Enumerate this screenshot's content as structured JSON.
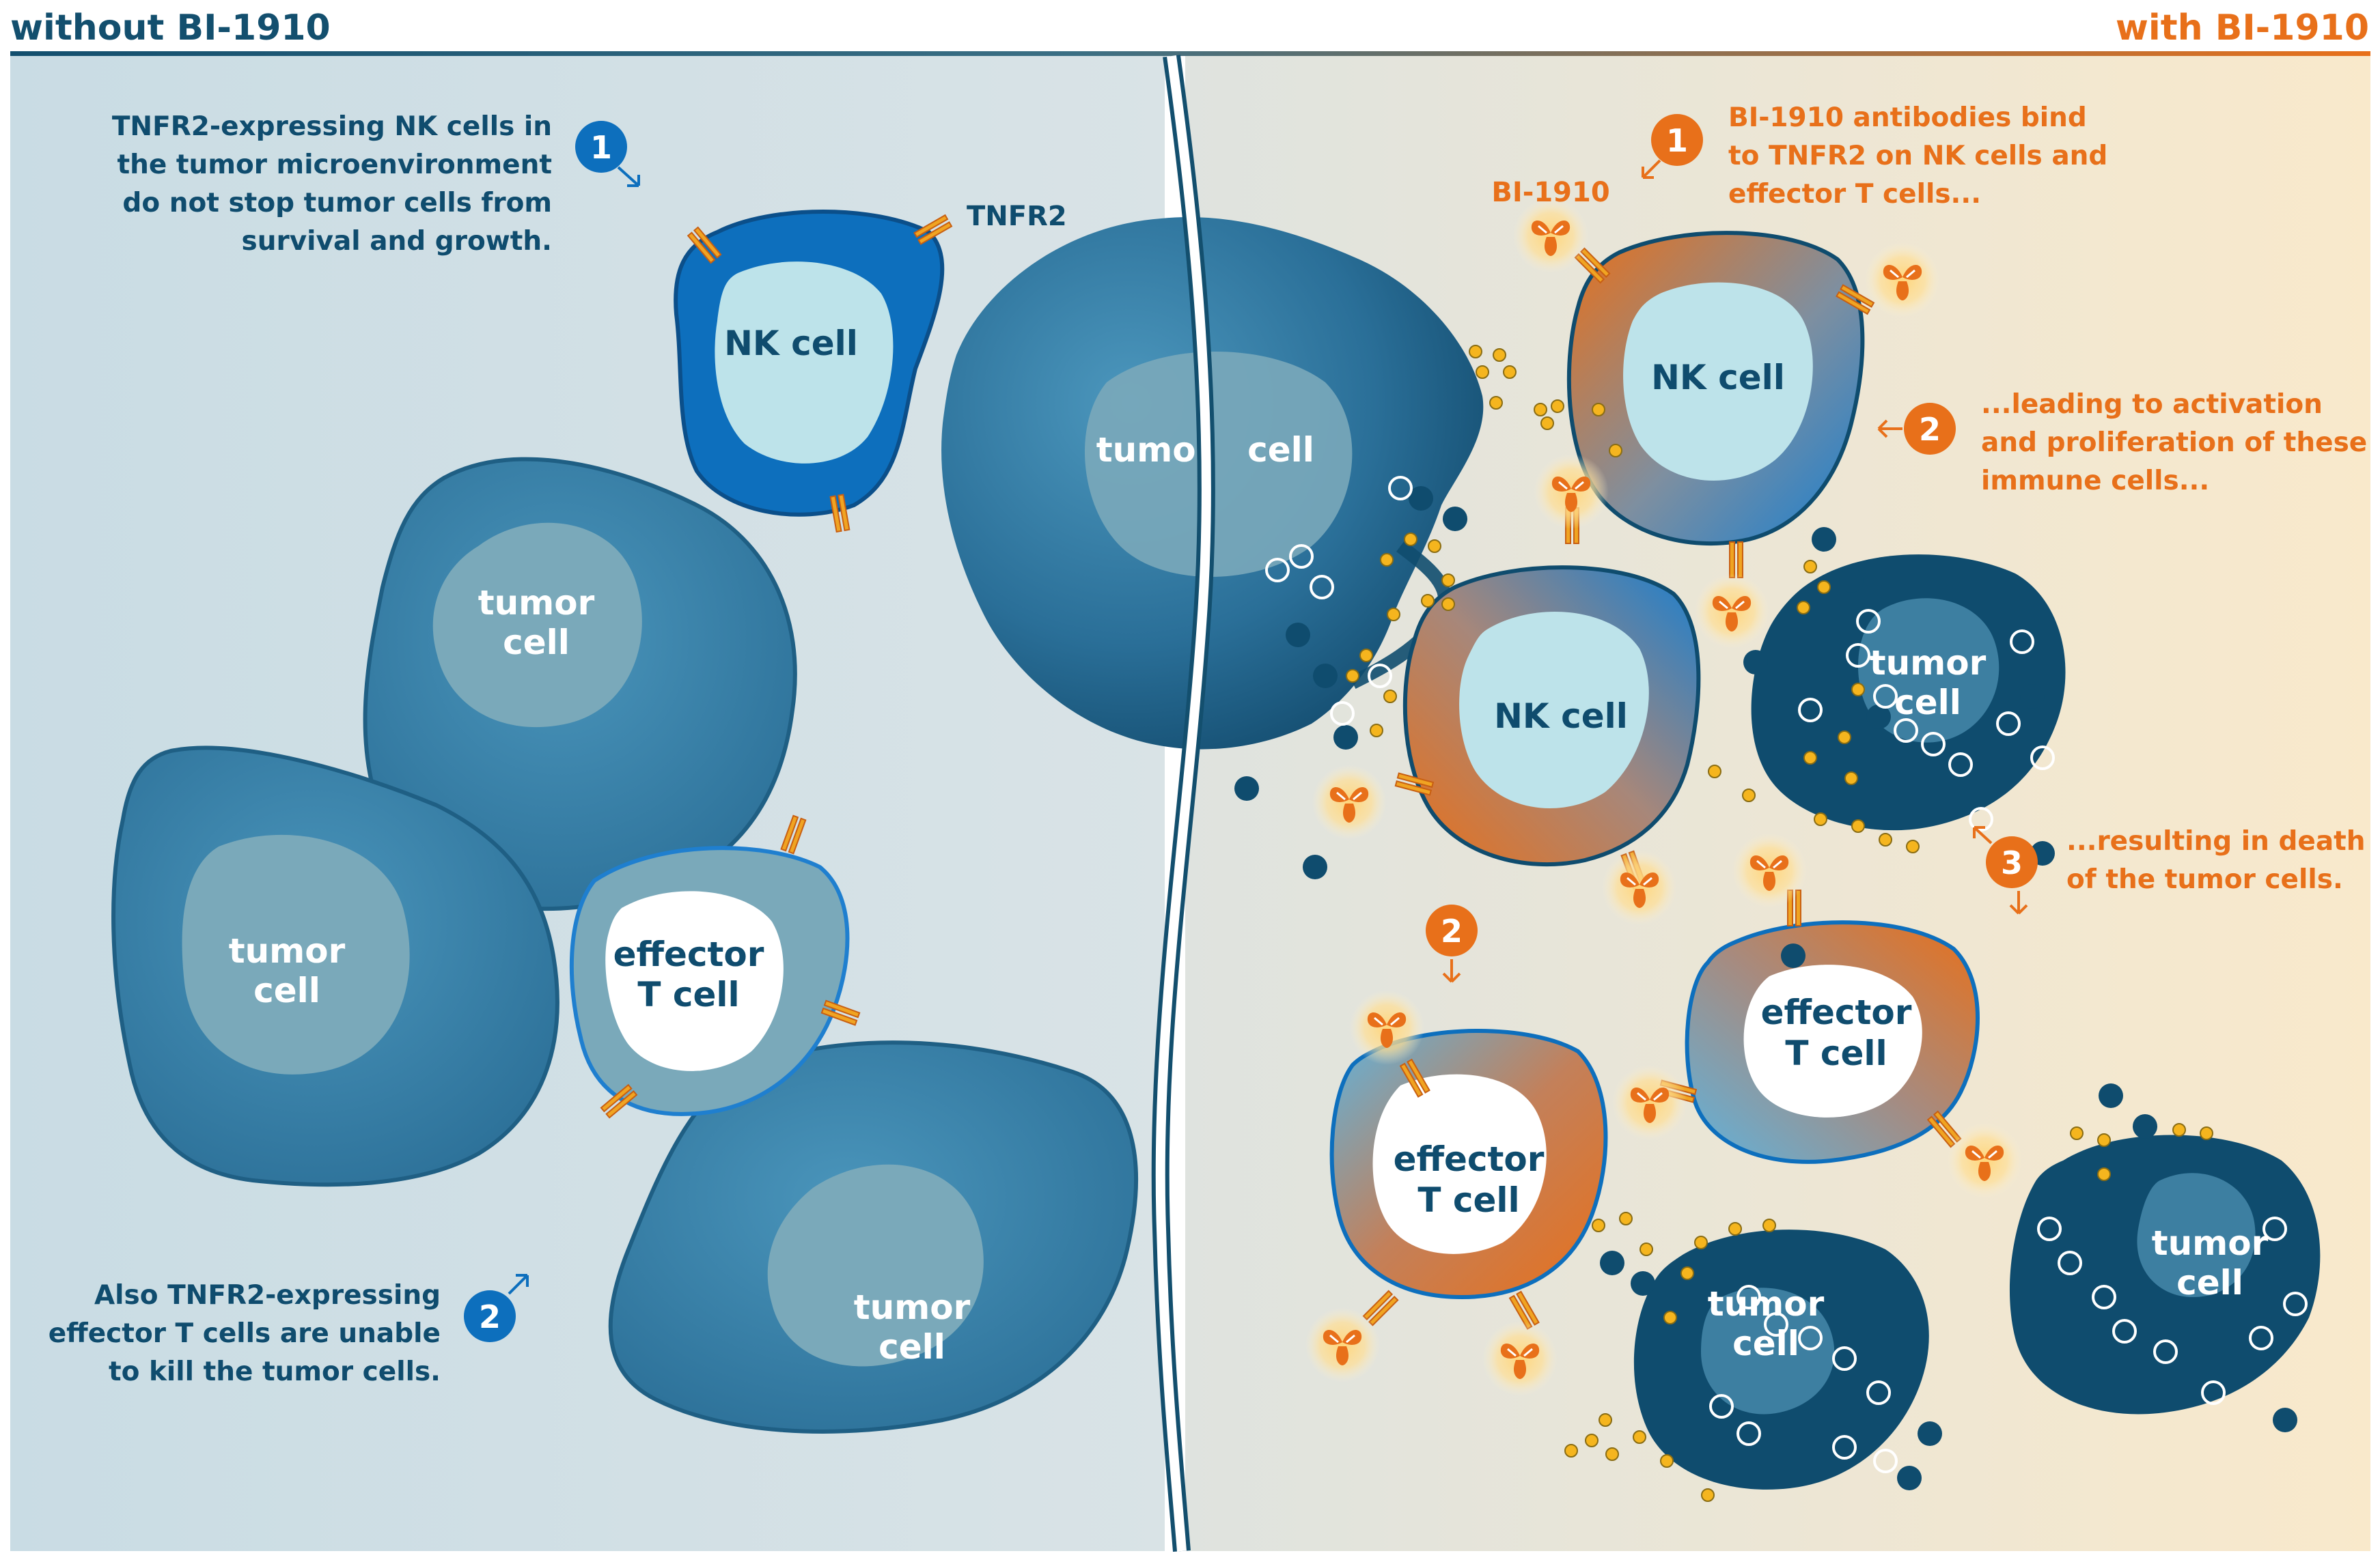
{
  "header": {
    "left_title": "without BI-1910",
    "right_title": "with BI-1910"
  },
  "colors": {
    "left_accent": "#134f6e",
    "right_accent": "#e8701a",
    "nk_blue": "#0d6fbd",
    "tumor_blue": "#3b86ad",
    "dark_tumor": "#0f4c6e",
    "yellow": "#f5b51e",
    "receptor": "#f0a422"
  },
  "left_panel": {
    "step1": {
      "number": "1",
      "lines": [
        "TNFR2-expressing NK cells in",
        "the tumor microenvironment",
        "do not stop tumor cells from",
        "survival and growth."
      ]
    },
    "step2": {
      "number": "2",
      "lines": [
        "Also TNFR2-expressing",
        "effector T cells are unable",
        "to kill the tumor cells."
      ]
    },
    "tnfr2_label": "TNFR2",
    "nk_cell_label": "NK cell",
    "tumor_label": [
      "tumor",
      "cell"
    ],
    "effector_label": [
      "effector",
      "T cell"
    ]
  },
  "center": {
    "tumor_left": "tumor",
    "tumor_right": "cell"
  },
  "right_panel": {
    "antibody_label": "BI-1910",
    "step1": {
      "number": "1",
      "lines": [
        "BI-1910 antibodies bind",
        "to TNFR2 on NK cells and",
        "effector T cells..."
      ]
    },
    "step2": {
      "number": "2",
      "lines": [
        "...leading to activation",
        "and proliferation of these",
        "immune cells..."
      ]
    },
    "step2b": {
      "number": "2"
    },
    "step3": {
      "number": "3",
      "lines": [
        "...resulting in death",
        "of the tumor cells."
      ]
    },
    "nk_cell_label": "NK cell",
    "tumor_label": [
      "tumor",
      "cell"
    ],
    "effector_label": [
      "effector",
      "T cell"
    ]
  }
}
